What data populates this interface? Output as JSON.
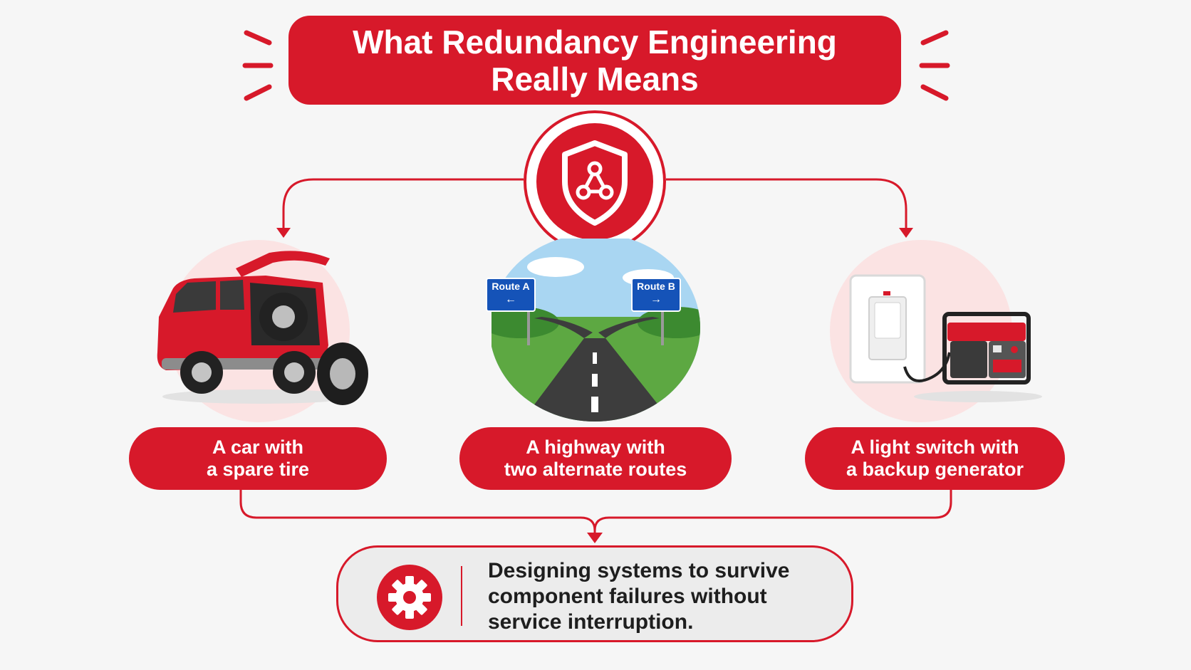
{
  "title": {
    "line1": "What Redundancy Engineering",
    "line2": "Really Means"
  },
  "examples": [
    {
      "line1": "A car with",
      "line2": "a spare tire",
      "icon": "car-spare-tire-illustration"
    },
    {
      "line1": "A highway with",
      "line2": "two alternate routes",
      "icon": "highway-fork-illustration"
    },
    {
      "line1": "A light switch with",
      "line2": "a backup generator",
      "icon": "switch-generator-illustration"
    }
  ],
  "signs": {
    "route_a": "Route A",
    "route_b": "Route B"
  },
  "summary": {
    "line1": "Designing systems to survive",
    "line2": "component failures without",
    "line3": "service interruption."
  },
  "icons": {
    "hub": "shield-network-icon",
    "summary": "gear-icon"
  },
  "colors": {
    "accent": "#d7192a",
    "background": "#f6f6f6",
    "text_dark": "#1e1e1e"
  }
}
